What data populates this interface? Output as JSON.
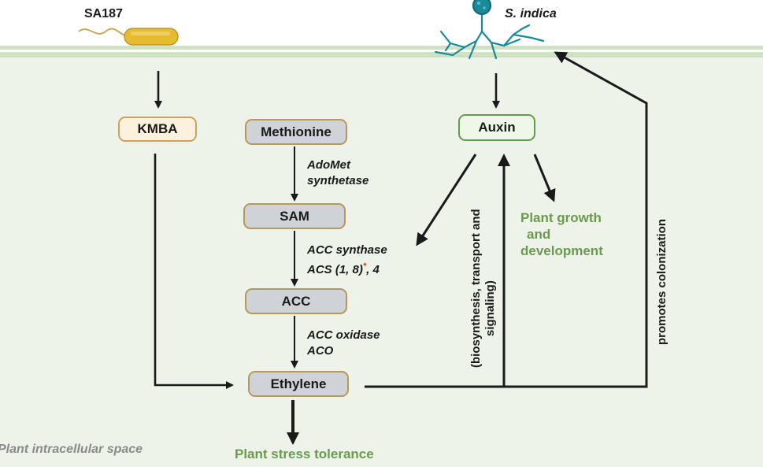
{
  "regions": {
    "intracellular_label": "Plant intracellular space"
  },
  "organisms": {
    "bacterium": "SA187",
    "fungus": "S. indica"
  },
  "nodes": {
    "kmba": "KMBA",
    "methionine": "Methionine",
    "sam": "SAM",
    "acc": "ACC",
    "ethylene": "Ethylene",
    "auxin": "Auxin"
  },
  "enzymes": {
    "adomet_line1": "AdoMet",
    "adomet_line2": "synthetase",
    "acc_synthase_line1": "ACC synthase",
    "acs_prefix": "ACS (1, 8)",
    "acs_star": "*",
    "acs_suffix": ", 4",
    "acc_oxidase_line1": "ACC oxidase",
    "aco": "ACO"
  },
  "outcomes": {
    "growth_line1": "Plant growth",
    "growth_line2": "and",
    "growth_line3": "development",
    "stress": "Plant stress tolerance"
  },
  "annotations": {
    "auxin_role_line1": "(biosynthesis, transport and",
    "auxin_role_line2": "signaling)",
    "colonization": "promotes colonization"
  },
  "colors": {
    "cell_background": "#edf3e8",
    "membrane": "#cfe2c2",
    "arrow": "#1a1a1a",
    "outcome_green": "#6b9a4f",
    "bacterium_body": "#e6bb2e",
    "fungus": "#1a8a99",
    "asterisk": "#d23b2b"
  },
  "icons": {
    "bacterium": "rod-bacterium-with-flagellum",
    "fungus": "fungal-spore-with-hyphae"
  }
}
